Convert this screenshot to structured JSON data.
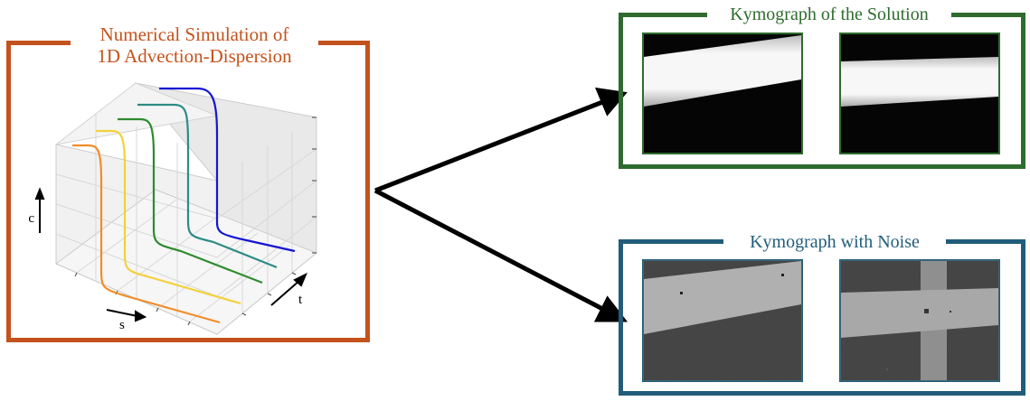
{
  "simulation": {
    "title_line1": "Numerical Simulation of",
    "title_line2": "1D Advection-Dispersion",
    "axis_c": "c",
    "axis_s": "s",
    "axis_t": "t",
    "curve_colors": [
      "#f28c28",
      "#f2d13c",
      "#2e8b2e",
      "#2e8b86",
      "#1515d6"
    ],
    "frame_color": "#c4521c"
  },
  "solution": {
    "title": "Kymograph of the Solution",
    "frame_color": "#2e6b2e"
  },
  "noisy": {
    "title": "Kymograph with Noise",
    "frame_color": "#215d7a"
  }
}
